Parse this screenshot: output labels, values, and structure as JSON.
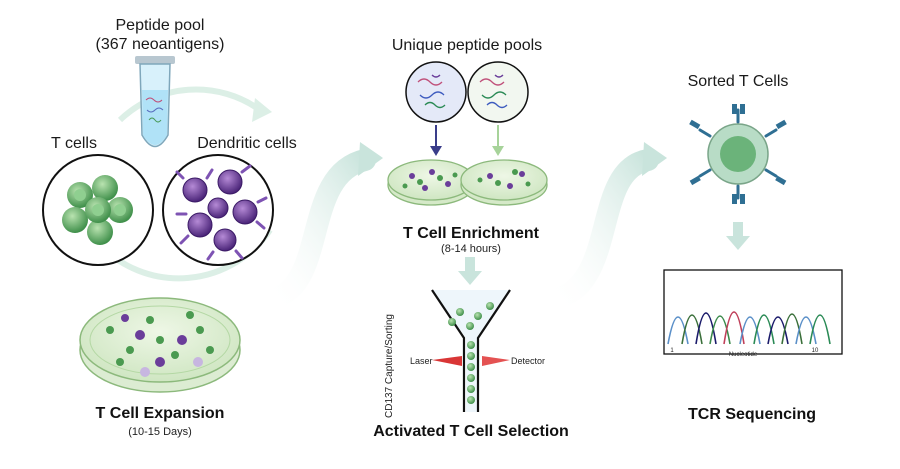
{
  "peptide_pool": {
    "line1": "Peptide pool",
    "line2": "(367 neoantigens)"
  },
  "t_cells_label": "T cells",
  "dendritic_cells_label": "Dendritic cells",
  "expansion": {
    "title": "T Cell Expansion",
    "duration": "(10-15 Days)"
  },
  "unique_pools_label": "Unique peptide pools",
  "enrichment": {
    "title": "T Cell Enrichment",
    "duration": "(8-14 hours)"
  },
  "capture_label": "CD137 Capture/Sorting",
  "laser_label": "Laser",
  "detector_label": "Detector",
  "selection_title": "Activated T Cell Selection",
  "sorted_label": "Sorted T Cells",
  "chromatogram": {
    "x_start": "1",
    "x_mid": "Nucleotide",
    "x_end": "10"
  },
  "sequencing_title": "TCR Sequencing",
  "colors": {
    "green_cell": "#5aa85f",
    "purple_cell": "#6a3d9a",
    "flow_arrow": "#d5e9e2",
    "antibody": "#2f6f93"
  }
}
